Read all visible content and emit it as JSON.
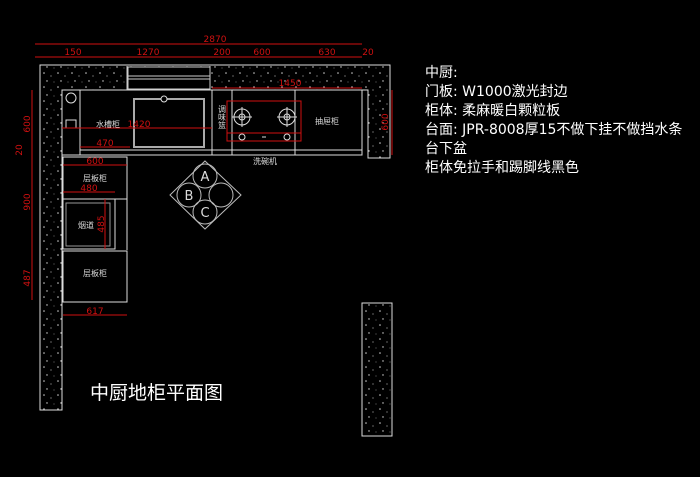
{
  "title": "中厨地柜平面图",
  "notes": {
    "heading": "中厨:",
    "lines": [
      "门板: W1000激光封边",
      "柜体: 柔麻暖白颗粒板",
      "台面: JPR-8008厚15不做下挂不做挡水条",
      "台下盆",
      "柜体免拉手和踢脚线黑色"
    ]
  },
  "labels": {
    "sink_cabinet": "水槽柜",
    "seasoning_basket": "调味篮",
    "drawer_cabinet": "抽屉柜",
    "dishwasher": "洗碗机",
    "shelf_cabinet_1": "层板柜",
    "flue": "烟道",
    "shelf_cabinet_2": "层板柜",
    "compass": [
      "A",
      "B",
      "C"
    ]
  },
  "dimensions": {
    "top_total": "2870",
    "top_segments": [
      "150",
      "1270",
      "200",
      "600",
      "630",
      "20"
    ],
    "stove_run": "1450",
    "sink_run": "1420",
    "sink_offset": "470",
    "left_cab_width": "600",
    "flue_width": "480",
    "flue_depth": "485",
    "bottom_width": "617",
    "left_vertical": [
      "600",
      "20",
      "900",
      "487"
    ],
    "right_vertical": "600"
  },
  "colors": {
    "dim": "#d01010",
    "line": "#d8d8d8",
    "bg": "#000000"
  }
}
